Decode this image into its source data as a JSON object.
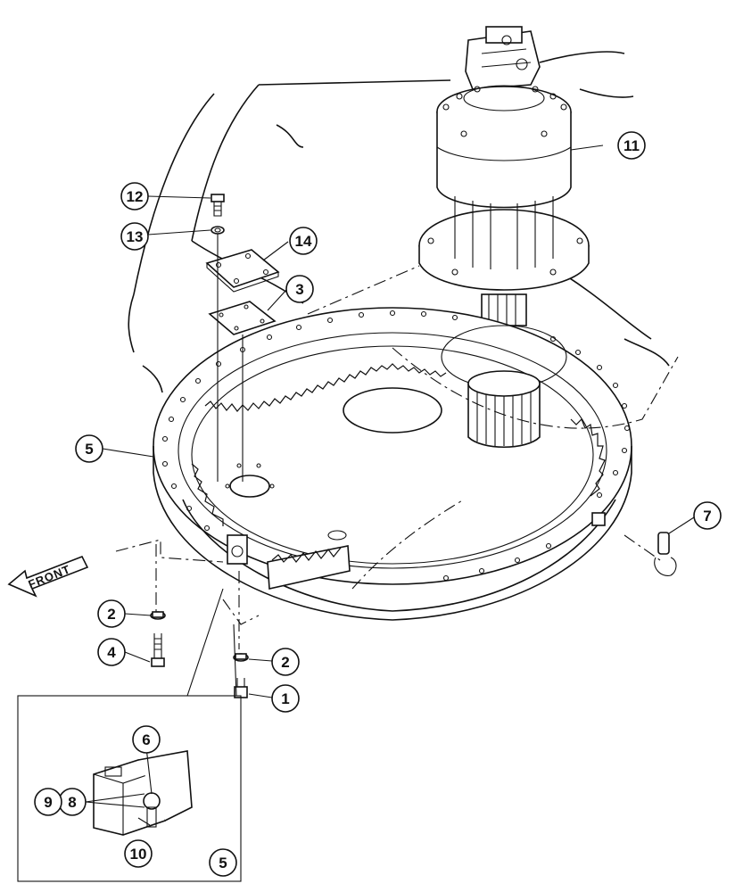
{
  "figure": {
    "front_arrow_label": "FRONT",
    "callouts": [
      {
        "id": "callout-1",
        "label": "1"
      },
      {
        "id": "callout-2a",
        "label": "2"
      },
      {
        "id": "callout-2b",
        "label": "2"
      },
      {
        "id": "callout-3",
        "label": "3"
      },
      {
        "id": "callout-4",
        "label": "4"
      },
      {
        "id": "callout-5a",
        "label": "5"
      },
      {
        "id": "callout-5b",
        "label": "5"
      },
      {
        "id": "callout-6",
        "label": "6"
      },
      {
        "id": "callout-7",
        "label": "7"
      },
      {
        "id": "callout-8",
        "label": "8"
      },
      {
        "id": "callout-9",
        "label": "9"
      },
      {
        "id": "callout-10",
        "label": "10"
      },
      {
        "id": "callout-11",
        "label": "11"
      },
      {
        "id": "callout-12",
        "label": "12"
      },
      {
        "id": "callout-13",
        "label": "13"
      },
      {
        "id": "callout-14",
        "label": "14"
      }
    ]
  }
}
